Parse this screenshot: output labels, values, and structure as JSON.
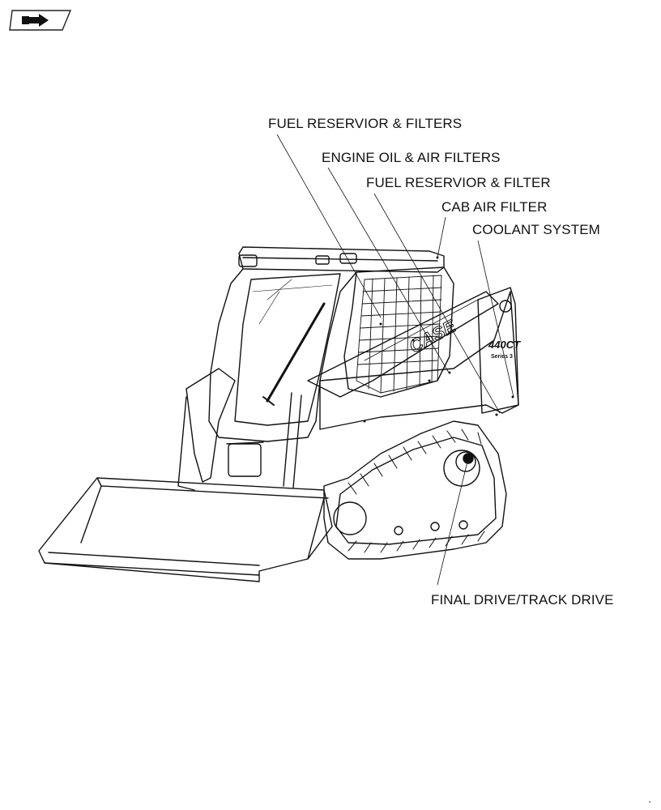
{
  "nav": {
    "icon": "forward-arrow-icon"
  },
  "callouts": {
    "fuel_reservoir_filters": "FUEL RESERVIOR & FILTERS",
    "engine_oil_air_filters": "ENGINE OIL & AIR FILTERS",
    "fuel_reservoir_filter": "FUEL RESERVIOR & FILTER",
    "cab_air_filter": "CAB AIR FILTER",
    "coolant_system": "COOLANT SYSTEM",
    "final_drive_track_drive": "FINAL DRIVE/TRACK DRIVE"
  },
  "machine": {
    "brand": "CASE",
    "model": "440CT",
    "series": "Series 3"
  }
}
